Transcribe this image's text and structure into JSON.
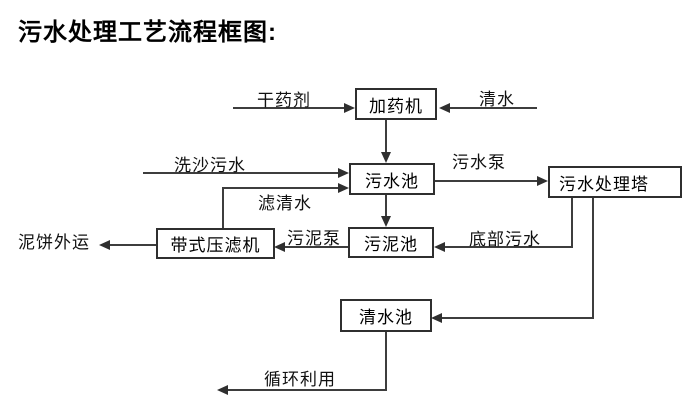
{
  "title": "污水处理工艺流程框图:",
  "nodes": {
    "dosing_machine": {
      "label": "加药机"
    },
    "sewage_pool": {
      "label": "污水池"
    },
    "treatment_tower": {
      "label": "污水处理塔"
    },
    "belt_filter_press": {
      "label": "带式压滤机"
    },
    "sludge_pool": {
      "label": "污泥池"
    },
    "clean_water_pool": {
      "label": "清水池"
    }
  },
  "edge_labels": {
    "dry_agent": "干药剂",
    "clean_water": "清水",
    "sand_washing_sewage": "洗沙污水",
    "filtered_water": "滤清水",
    "sewage_pump": "污水泵",
    "bottom_sewage": "底部污水",
    "sludge_pump": "污泥泵",
    "mud_cake_out": "泥饼外运",
    "recycle": "循环利用"
  },
  "colors": {
    "background": "#ffffff",
    "line": "#3d3d3d",
    "text": "#000000"
  }
}
